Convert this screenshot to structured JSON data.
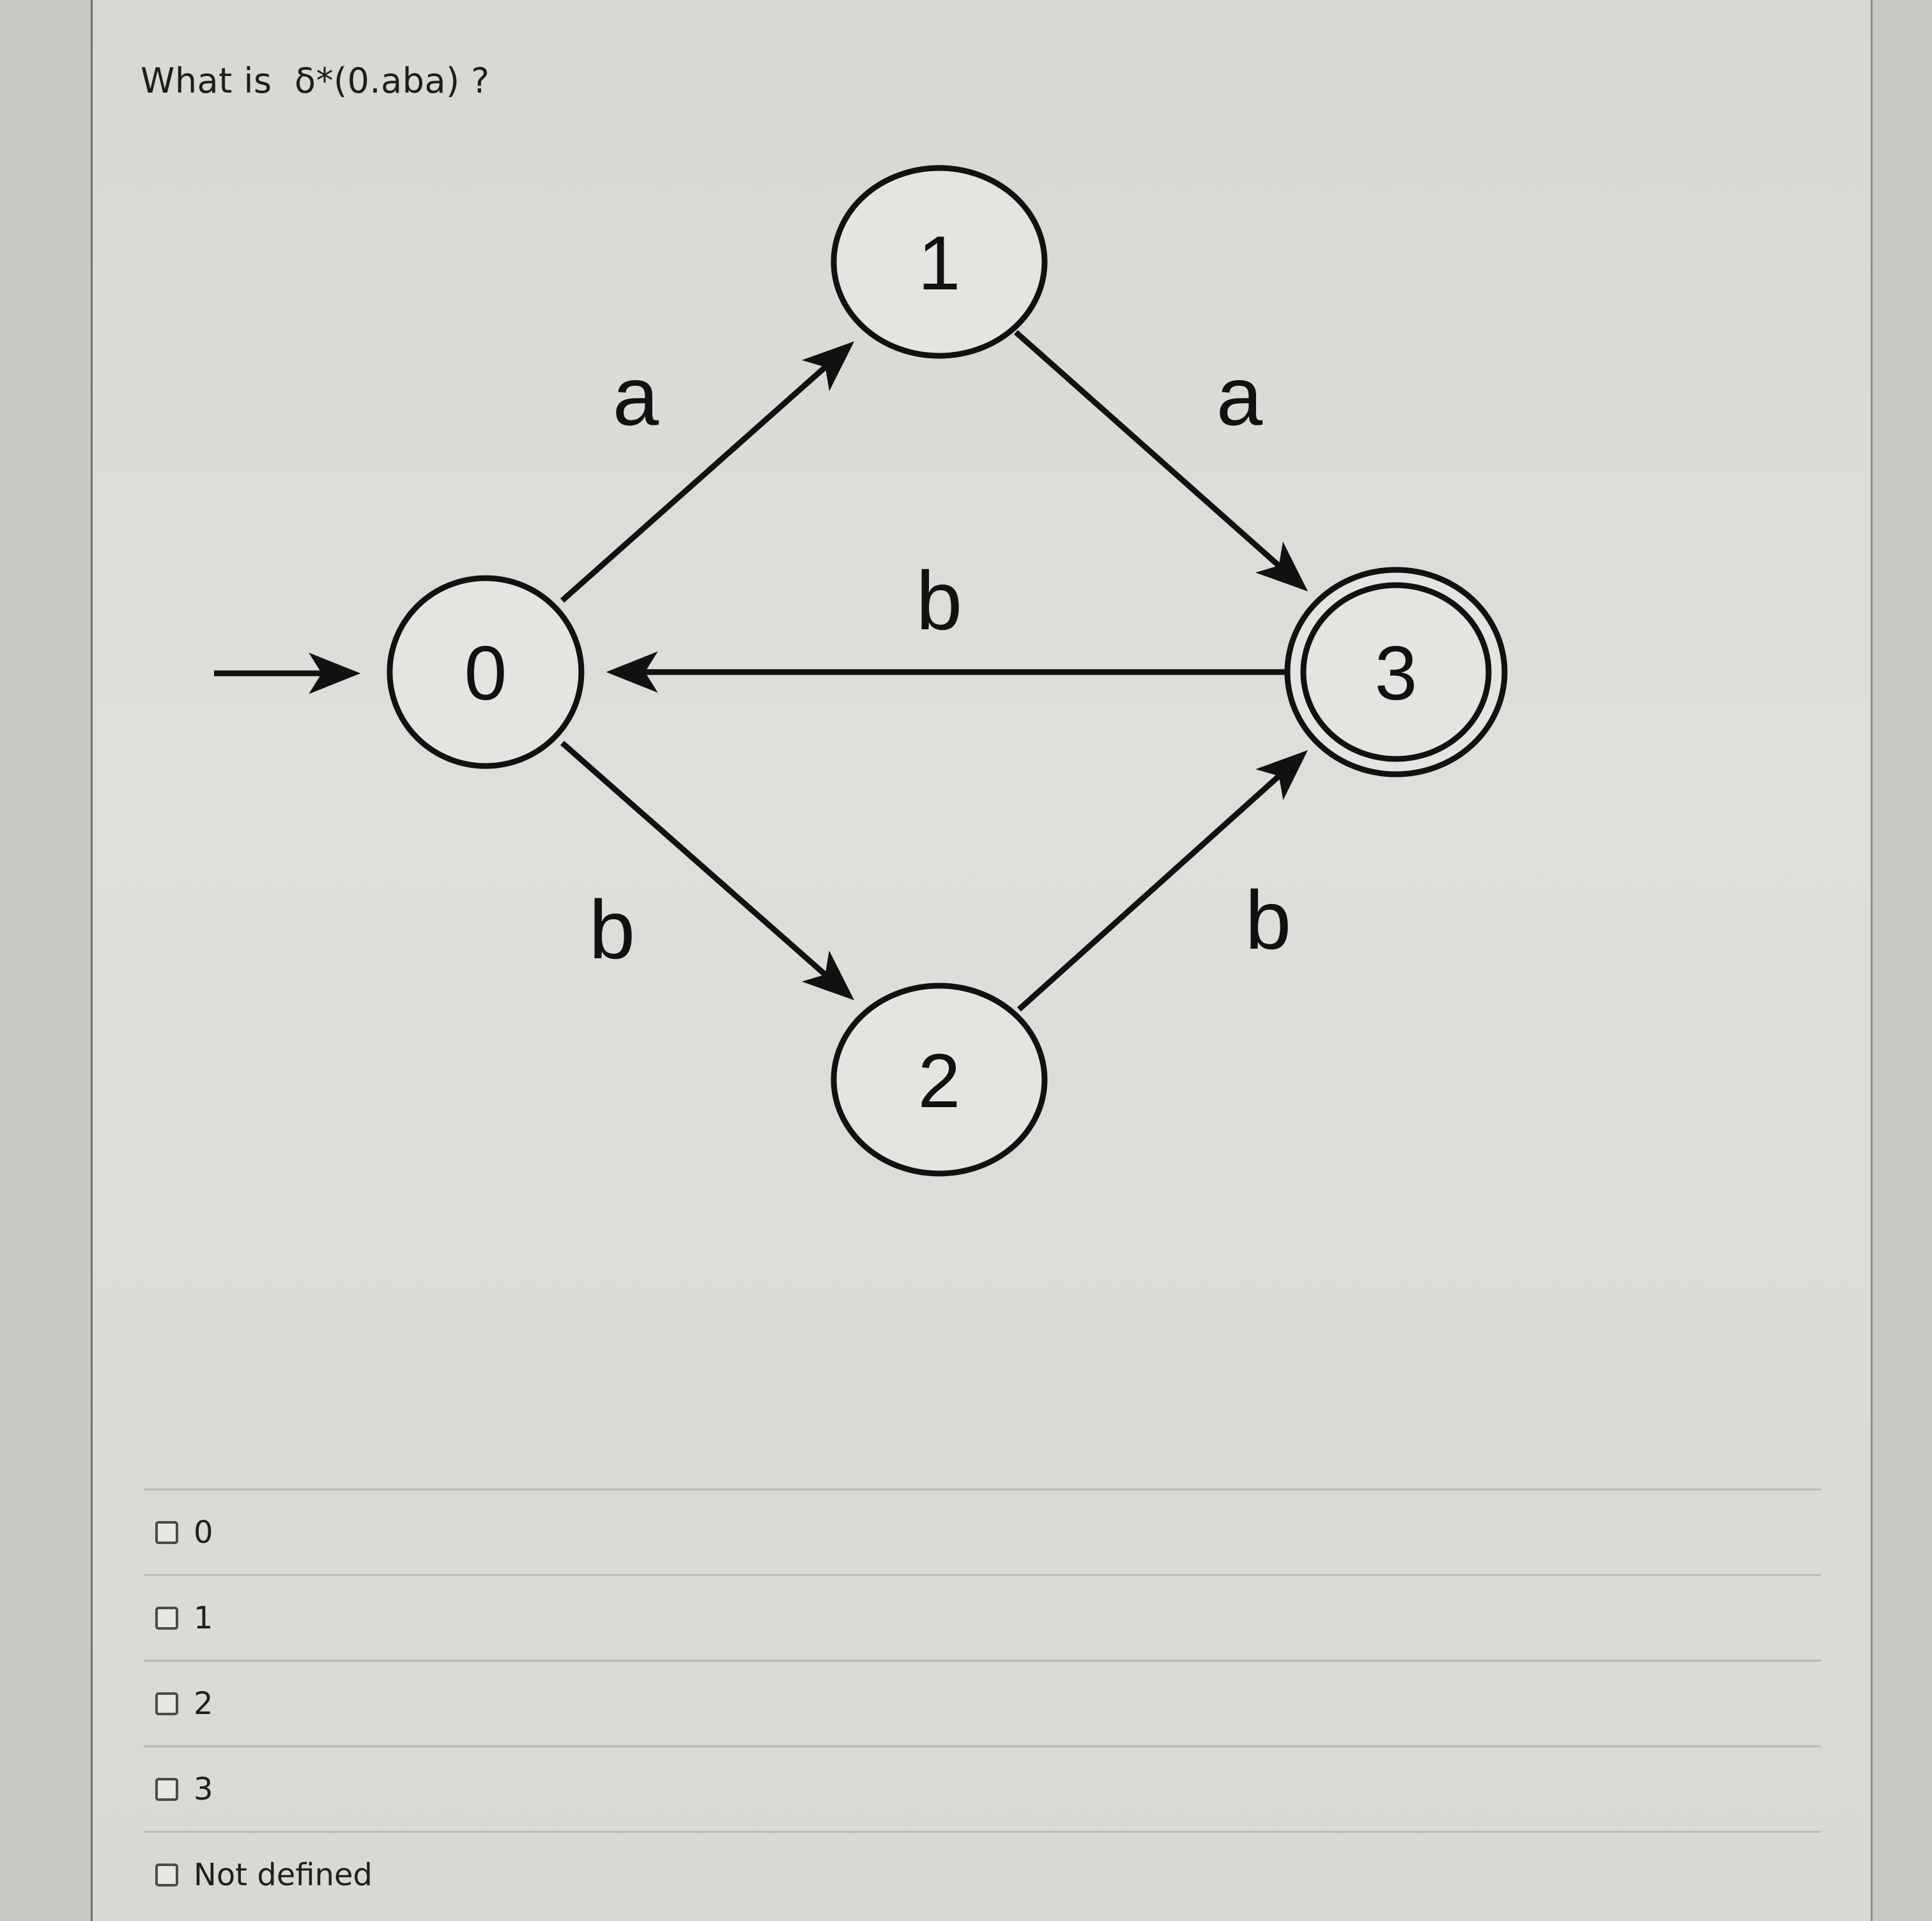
{
  "question": {
    "prefix": "What is",
    "expression": "δ*(0.aba) ?"
  },
  "diagram": {
    "type": "DFA state diagram",
    "start_state": "0",
    "accept_states": [
      "3"
    ],
    "states": [
      {
        "id": "0",
        "label": "0"
      },
      {
        "id": "1",
        "label": "1"
      },
      {
        "id": "2",
        "label": "2"
      },
      {
        "id": "3",
        "label": "3"
      }
    ],
    "transitions": [
      {
        "from": "0",
        "to": "1",
        "label": "a"
      },
      {
        "from": "1",
        "to": "3",
        "label": "a"
      },
      {
        "from": "3",
        "to": "0",
        "label": "b"
      },
      {
        "from": "0",
        "to": "2",
        "label": "b"
      },
      {
        "from": "2",
        "to": "3",
        "label": "b"
      }
    ]
  },
  "options": [
    {
      "label": "0",
      "checked": false
    },
    {
      "label": "1",
      "checked": false
    },
    {
      "label": "2",
      "checked": false
    },
    {
      "label": "3",
      "checked": false
    },
    {
      "label": "Not defined",
      "checked": false
    }
  ]
}
